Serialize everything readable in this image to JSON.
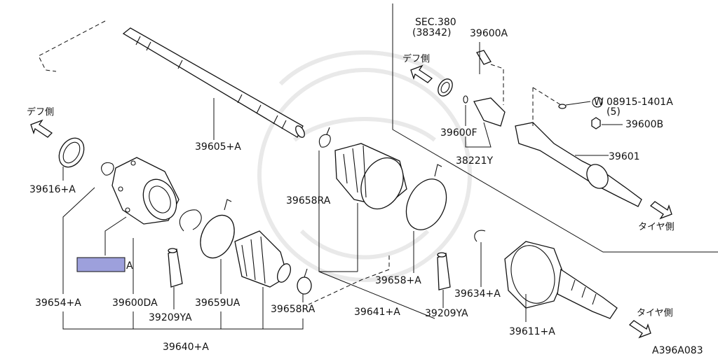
{
  "diagram": {
    "code": "A396A083",
    "highlight_color": "#9da0dc",
    "highlight_letter": "A",
    "parts": [
      {
        "key": "p39605",
        "number": "39605+A"
      },
      {
        "key": "p39616",
        "number": "39616+A"
      },
      {
        "key": "p39654",
        "number": "39654+A"
      },
      {
        "key": "p39600da",
        "number": "39600DA"
      },
      {
        "key": "p39209ya1",
        "number": "39209YA"
      },
      {
        "key": "p39659ua",
        "number": "39659UA"
      },
      {
        "key": "p39658ra1",
        "number": "39658RA"
      },
      {
        "key": "p39640",
        "number": "39640+A"
      },
      {
        "key": "p39658ra2",
        "number": "39658RA"
      },
      {
        "key": "p39658a",
        "number": "39658+A"
      },
      {
        "key": "p39641",
        "number": "39641+A"
      },
      {
        "key": "p39209ya2",
        "number": "39209YA"
      },
      {
        "key": "p39634",
        "number": "39634+A"
      },
      {
        "key": "p39611",
        "number": "39611+A"
      },
      {
        "key": "sec",
        "number": "SEC.380"
      },
      {
        "key": "sec2",
        "number": "(38342)"
      },
      {
        "key": "p39600a",
        "number": "39600A"
      },
      {
        "key": "p08915",
        "number": "08915-1401A"
      },
      {
        "key": "w",
        "number": "W"
      },
      {
        "key": "qty5",
        "number": "(5)"
      },
      {
        "key": "p39600f",
        "number": "39600F"
      },
      {
        "key": "p39600b",
        "number": "39600B"
      },
      {
        "key": "p38221y",
        "number": "38221Y"
      },
      {
        "key": "p39601",
        "number": "39601"
      }
    ],
    "directions": [
      {
        "key": "diff_left",
        "text": "デフ側"
      },
      {
        "key": "diff_right",
        "text": "デフ側"
      },
      {
        "key": "tire_upper",
        "text": "タイヤ側"
      },
      {
        "key": "tire_lower",
        "text": "タイヤ側"
      }
    ]
  }
}
